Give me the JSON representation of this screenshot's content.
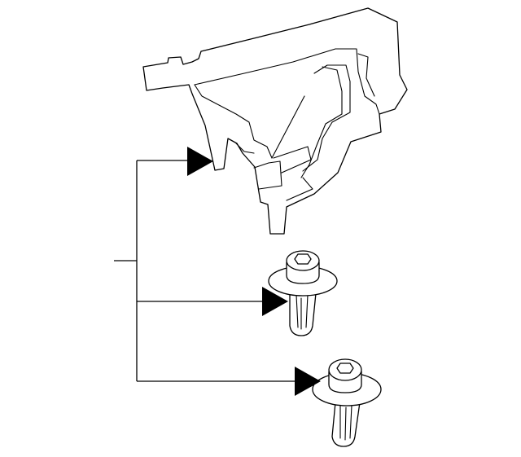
{
  "diagram": {
    "type": "exploded parts illustration",
    "line_color": "#000000",
    "background_color": "#ffffff",
    "components": [
      {
        "name": "housing-bracket",
        "count": 1
      },
      {
        "name": "push-pin-clip",
        "count": 2
      }
    ],
    "callouts": [
      {
        "name": "callout",
        "points_to": "housing-bracket",
        "label": ""
      },
      {
        "name": "callout",
        "points_to": "push-pin-clip",
        "label": ""
      },
      {
        "name": "callout",
        "points_to": "push-pin-clip",
        "label": ""
      }
    ]
  }
}
